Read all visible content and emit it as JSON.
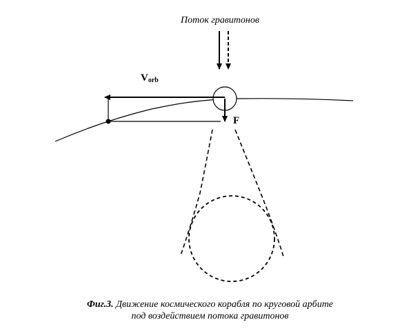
{
  "labels": {
    "graviton_flux": "Поток гравитонов",
    "velocity_main": "V",
    "velocity_sub": "orb",
    "force": "F"
  },
  "caption": {
    "prefix": "Фиг.3.",
    "line1": " Движение космического корабля по круговой арбите",
    "line2": "под воздействием  потока гравитонов"
  },
  "colors": {
    "ink": "#000000",
    "background": "#ffffff"
  }
}
